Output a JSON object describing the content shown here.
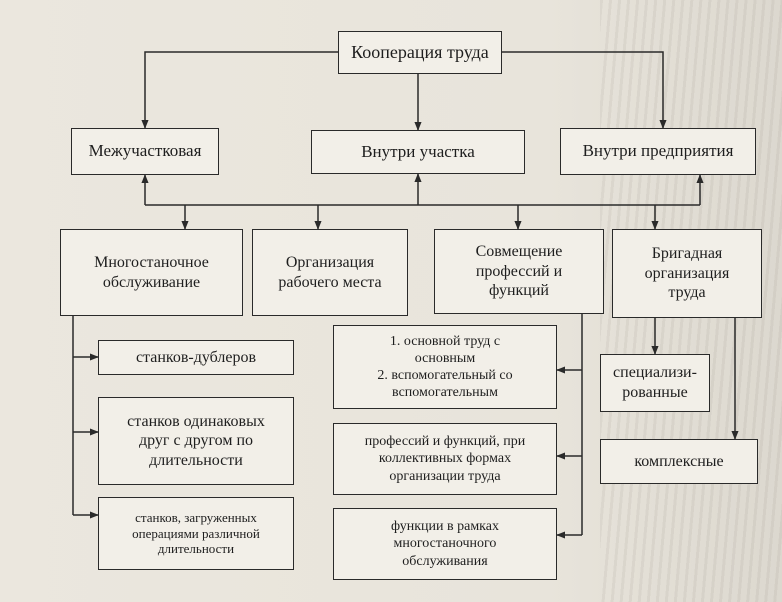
{
  "root": "Кооперация труда",
  "levels": {
    "inter_section": "Межучастковая",
    "within_section": "Внутри участка",
    "within_enterprise": "Внутри предприятия"
  },
  "forms": {
    "multi_machine": "Многостаночное\nобслуживание",
    "workplace": "Организация\nрабочего места",
    "combination": "Совмещение\nпрофессий и\nфункций",
    "brigade": "Бригадная\nорганизация\nтруда"
  },
  "multi_machine_types": [
    "станков-дублеров",
    "станков одинаковых\nдруг с другом по\nдлительности",
    "станков, загруженных\nоперациями различной\nдлительности"
  ],
  "combination_types": [
    "1. основной труд с\nосновным\n2. вспомогательный со\nвспомогательным",
    "профессий и функций, при\nколлективных формах\nорганизации труда",
    "функции в рамках\nмногостаночного\nобслуживания"
  ],
  "brigade_types": [
    "специализи-\nрованные",
    "комплексные"
  ]
}
